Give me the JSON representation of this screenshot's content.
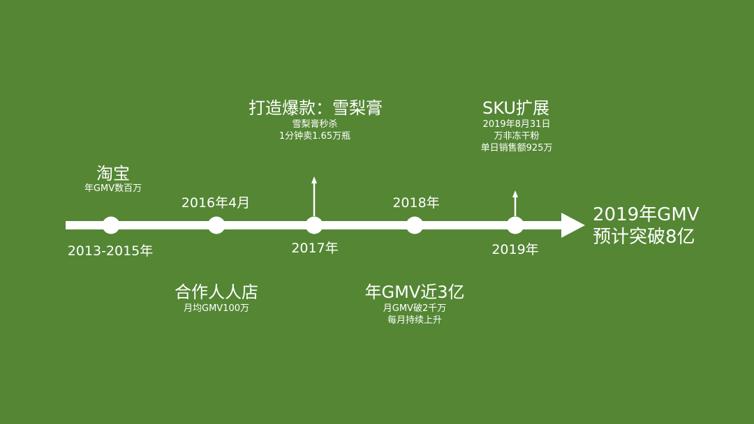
{
  "milestones": [
    {
      "year": "2013-2015年",
      "title": "淘宝",
      "details": [
        "年GMV数百万"
      ]
    },
    {
      "year": "2016年4月",
      "title": "合作人人店",
      "details": [
        "月均GMV100万"
      ]
    },
    {
      "year": "2017年",
      "title": "打造爆款：雪梨膏",
      "details": [
        "雪梨膏秒杀",
        "1分钟卖1.65万瓶"
      ]
    },
    {
      "year": "2018年",
      "title": "年GMV近3亿",
      "details": [
        "月GMV破2千万",
        "每月持续上升"
      ]
    },
    {
      "year": "2019年",
      "title": "SKU扩展",
      "details": [
        "2019年8月31日",
        "万非冻干粉",
        "单日销售额925万"
      ]
    }
  ],
  "end_label": {
    "line1": "2019年GMV",
    "line2": "预计突破8亿"
  },
  "colors": {
    "background": "#548634",
    "foreground": "#ffffff"
  }
}
